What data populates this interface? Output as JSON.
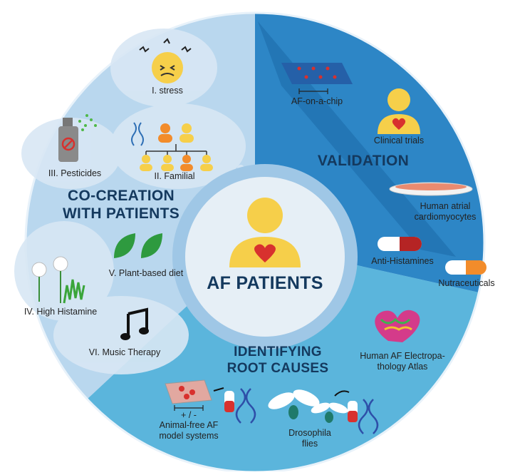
{
  "center": {
    "title": "AF PATIENTS"
  },
  "sections": {
    "co_creation": {
      "title_line1": "CO-CREATION",
      "title_line2": "WITH PATIENTS",
      "items": {
        "stress": "I. stress",
        "familial": "II. Familial",
        "pesticides": "III. Pesticides",
        "high_histamine": "IV. High Histamine",
        "plant_diet": "V. Plant-based diet",
        "music": "VI. Music Therapy"
      }
    },
    "validation": {
      "title": "VALIDATION",
      "items": {
        "chip": "AF-on-a-chip",
        "trials": "Clinical trials",
        "cardio_line1": "Human atrial",
        "cardio_line2": "cardiomyocytes",
        "antihist": "Anti-Histamines",
        "nutra": "Nutraceuticals"
      }
    },
    "root_causes": {
      "title_line1": "IDENTIFYING",
      "title_line2": "ROOT CAUSES",
      "items": {
        "atlas_line1": "Human AF Electropa-",
        "atlas_line2": "thology Atlas",
        "plusminus": "+ / -",
        "animalfree_line1": "Animal-free AF",
        "animalfree_line2": "model systems",
        "dros_line1": "Drosophila",
        "dros_line2": "flies"
      }
    }
  },
  "colors": {
    "co_creation_bg": "#b9d7ee",
    "validation_bg": "#2d86c6",
    "validation_inner": "#1c6aa8",
    "root_bg": "#5bb5dc",
    "center_bg": "#e6eff6",
    "person": "#f6cf4a",
    "heart": "#d8312e",
    "title_dark": "#14395e"
  }
}
